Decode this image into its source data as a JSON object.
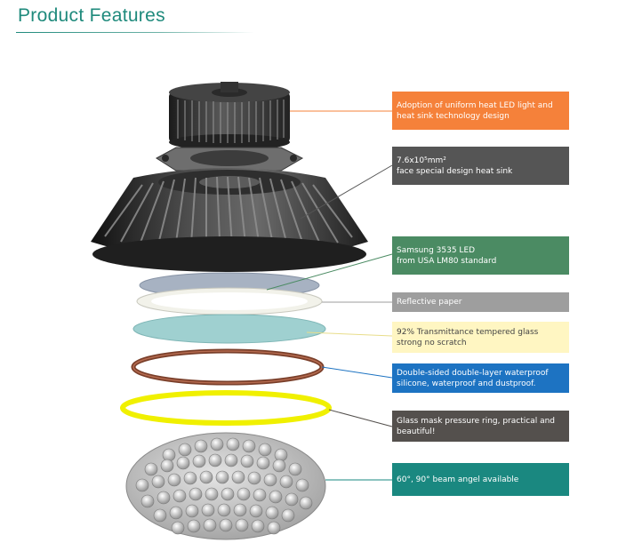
{
  "page": {
    "title": "Product Features"
  },
  "callouts": [
    {
      "id": "heat-tech",
      "lines": [
        "Adoption of uniform heat LED light and",
        "heat sink technology design"
      ],
      "color": "#f5813a"
    },
    {
      "id": "heat-sink",
      "lines": [
        "7.6x10⁵mm²",
        "face special design heat sink"
      ],
      "color": "#555555"
    },
    {
      "id": "led",
      "lines": [
        "Samsung 3535 LED",
        "from USA LM80 standard"
      ],
      "color": "#4b8b63"
    },
    {
      "id": "reflective",
      "lines": [
        "Reflective paper"
      ],
      "color": "#9e9e9e"
    },
    {
      "id": "glass",
      "lines": [
        "92% Transmittance  tempered glass",
        "strong no scratch"
      ],
      "color": "#fff6c2"
    },
    {
      "id": "silicone",
      "lines": [
        "Double-sided double-layer waterproof",
        "silicone, waterproof and dustproof."
      ],
      "color": "#1d73c2"
    },
    {
      "id": "pressure-ring",
      "lines": [
        "Glass mask pressure ring, practical and",
        "beautiful!"
      ],
      "color": "#54504d"
    },
    {
      "id": "beam",
      "lines": [
        "60°, 90° beam angel available"
      ],
      "color": "#1a8880"
    }
  ]
}
